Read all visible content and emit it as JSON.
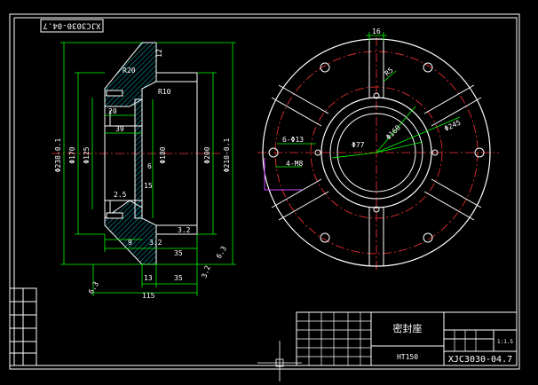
{
  "drawing": {
    "title": "密封座",
    "material": "HT150",
    "drawing_number": "XJC3030-04.7",
    "drawing_number_rotated": "XJC3030-04.7",
    "scale": "1:1.5"
  },
  "section_view": {
    "dims": {
      "d1": "Φ238-0.1",
      "d2": "Φ170",
      "d3": "Φ125",
      "d4": "Φ180",
      "d5": "Φ200",
      "d6": "Φ210-0.1",
      "top_r": "12",
      "r20": "R20",
      "r10": "R10",
      "w20": "20",
      "w39": "39",
      "w6": "6",
      "w15": "15",
      "w23": "2.5",
      "w9": "9",
      "w35": "35",
      "w13": "13",
      "w35b": "35",
      "w115": "115",
      "rough1": "3.2",
      "rough2": "3.2",
      "rough3": "6.3",
      "rough4": "6.3",
      "rough5": "3.2"
    }
  },
  "front_view": {
    "dims": {
      "top16": "16",
      "r5": "R5",
      "holes": "6-Φ13",
      "bolts": "4-M8",
      "d77": "Φ77",
      "d160": "Φ160",
      "d245": "Φ245"
    }
  }
}
